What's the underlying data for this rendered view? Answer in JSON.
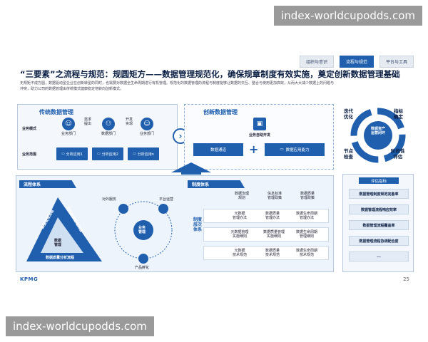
{
  "watermark": {
    "top": "index-worldcupodds.com",
    "bottom": "index-worldcupodds.com"
  },
  "tabs": [
    "组织与意识",
    "流程与规范",
    "平台与工具"
  ],
  "title": "“三要素”之流程与规范：规圆矩方——数据管理规范化，确保规章制度有效实施，奠定创新数据管理基础",
  "desc": "无规矩不成方圆，数据驱动型企业在创新转型的同时，也需要对数据全生命周期进行有机管理。规范化的数据管理的流程与制度能够让数据的交互、整合与使用更加高效，从而大大减少数据上的问题与冲突，助力公司的数据管理由传统模式健康稳定地转向创新模式。",
  "traditional": {
    "label": "传统数据管理",
    "row1": "业务模式",
    "row2": "业务范围",
    "node1": "业务部门",
    "node2": "需求\n提出",
    "node3": "数据部门",
    "node4": "开发\n实现",
    "node5": "业务部门",
    "apps": [
      "分析应用1",
      "分析应用2",
      "分析应用n"
    ]
  },
  "innovative": {
    "label": "创新数据管理",
    "auto_dev": "业务自助开发",
    "bar1": "数据通道",
    "bar2": "数据应用能力"
  },
  "process": {
    "label": "流程体系",
    "tri_left": "数据管理流程",
    "tri_right": "数据标准管理流程",
    "tri_center": "数据\n管理",
    "tri_bottom": "数据质量分析流程",
    "c_top_left": "对外服务",
    "c_top_right": "平台运营",
    "c_center": "业务\n管理",
    "c_bottom": "产品孵化"
  },
  "system": {
    "label": "制度体系",
    "vert": "制度层次体系",
    "headers": [
      "数据治理\n规划",
      "信息标准\n管理政策",
      "数据质量\n管理政策"
    ],
    "rows": [
      [
        "元数据\n管理办法",
        "数据质量\n管理办法",
        "数据生命周期\n管理办法"
      ],
      [
        "元数据管理\n实施细则",
        "数据质量管理\n实施细则",
        "数据生命周期\n管理细则"
      ],
      [
        "元数据\n技术规范",
        "数据质量\n技术规范",
        "数据生命周期\n技术规范"
      ]
    ]
  },
  "cycle": {
    "center": "数据资产\n运营闭环",
    "nodes": [
      "1",
      "2",
      "3",
      "4"
    ],
    "labels": [
      "指标\n确定",
      "阶段性\n评估",
      "节点\n检查",
      "迭代\n优化"
    ]
  },
  "metrics": {
    "label": "评估指标",
    "items": [
      "数据管理制度规范完备率",
      "数据管理流程响应效率",
      "数据管理流程覆盖率",
      "数据管理流程协调配合度",
      "..."
    ]
  },
  "logo": "KPMG",
  "page": "25",
  "colors": {
    "primary": "#1f5fae",
    "dark": "#0b1f44",
    "light": "#eef4fb"
  }
}
